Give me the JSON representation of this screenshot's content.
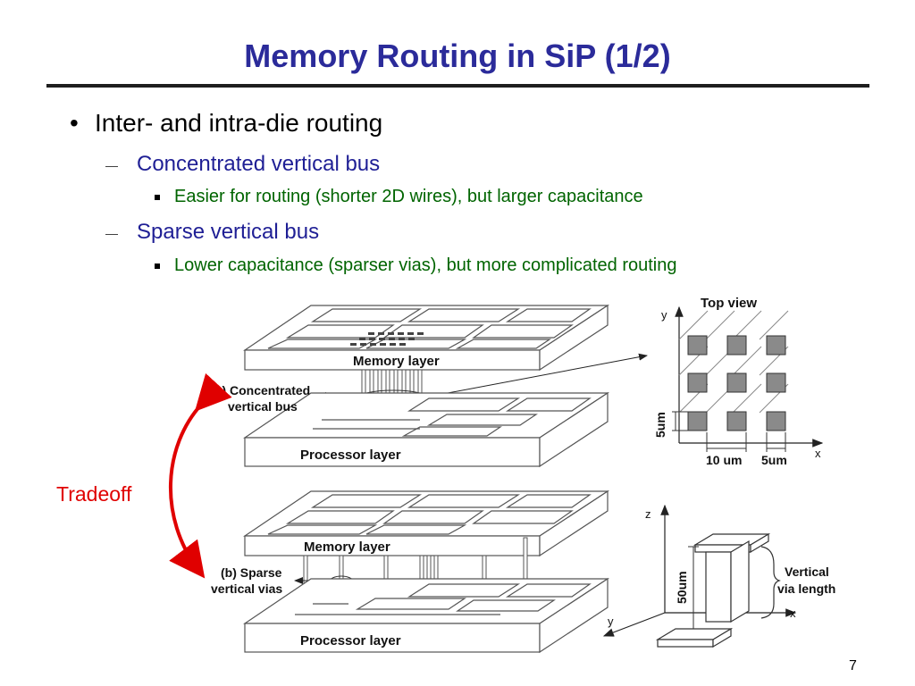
{
  "slide": {
    "title": "Memory Routing in SiP (1/2)",
    "page_number": "7"
  },
  "bullets": {
    "level1": "Inter- and intra-die routing",
    "items": [
      {
        "text": "Concentrated vertical bus",
        "sub": "Easier for routing (shorter 2D wires), but larger capacitance"
      },
      {
        "text": "Sparse vertical bus",
        "sub": "Lower capacitance (sparser vias), but more complicated routing"
      }
    ]
  },
  "figure": {
    "memory_layer": "Memory layer",
    "processor_layer": "Processor layer",
    "label_a_line1": "(a) Concentrated",
    "label_a_line2": "vertical bus",
    "label_b_line1": "(b) Sparse",
    "label_b_line2": "vertical vias",
    "tradeoff": "Tradeoff",
    "top_view": {
      "title": "Top view",
      "axis_y": "y",
      "axis_x": "x",
      "dim_height": "5um",
      "dim_pitch": "10 um",
      "dim_width": "5um"
    },
    "side_view": {
      "axis_z": "z",
      "axis_y": "y",
      "axis_x": "x",
      "dim": "50um",
      "caption_line1": "Vertical",
      "caption_line2": "via length"
    },
    "colors": {
      "title": "#2b2b9a",
      "level2": "#1f1f95",
      "level3": "#006400",
      "tradeoff": "#e00000",
      "via": "#8a8a8a"
    }
  }
}
